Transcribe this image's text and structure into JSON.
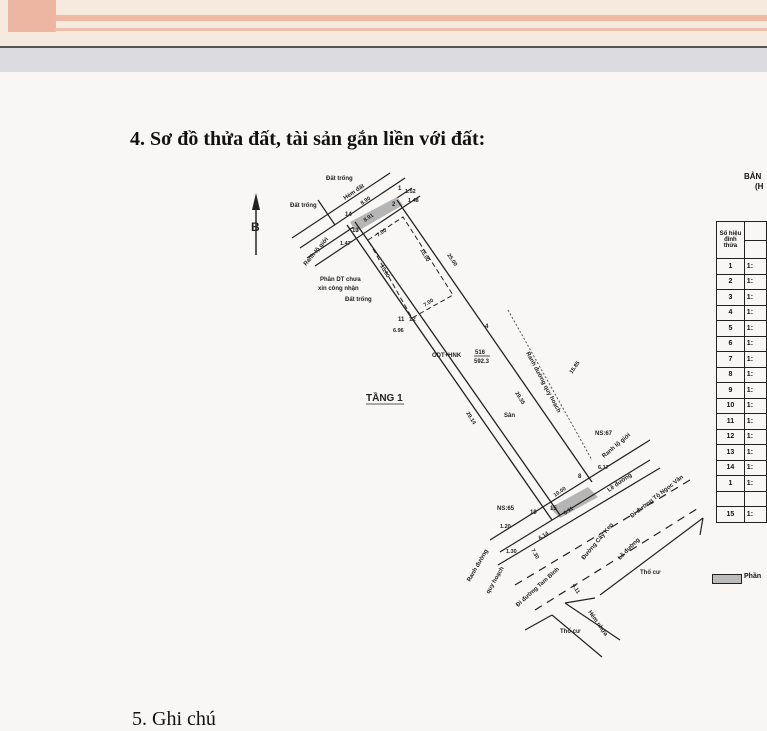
{
  "section_heading": "4. Sơ đồ thửa đất, tài sản gắn liền với đất:",
  "next_section_heading": "5. Ghi chú",
  "diagram": {
    "north_label": "B",
    "floor_label": "TẦNG 1",
    "land_code": "ODT+HNK",
    "parcel_number": "516",
    "parcel_area": "592.3",
    "labels": {
      "dat_trong_1": "Đất trống",
      "dat_trong_2": "Đất trống",
      "dat_trong_3": "Đất trống",
      "hem_dat": "Hẻm đất",
      "ranh_lo_gioi_top": "Ranh lộ giới",
      "phan_dt_chua": "Phần DT chưa",
      "xin_cong_nhan": "xin công nhận",
      "ranh_duong_quy_hoach": "Ranh đường quy hoạch",
      "san": "Sân",
      "ns67": "NS:67",
      "ns65": "NS:65",
      "ranh_lo_gioi_bottom": "Ranh lộ giới",
      "le_duong_1": "Lề đường",
      "le_duong_2": "Lề đường",
      "duong_to_ngoc_van": "Đi đường Tô Ngọc Vân",
      "duong_cay_keo": "Đường Cây Keo",
      "duong_tam_binh": "Đi đường Tam Bình",
      "ranh_duong": "Ranh đường",
      "quy_hoach": "quy hoạch",
      "tho_cu_1": "Thổ cư",
      "tho_cu_2": "Thổ cư",
      "hem_nhua": "Hẻm nhựa"
    },
    "points": [
      "1",
      "2",
      "3",
      "4",
      "8",
      "9",
      "11",
      "12",
      "13",
      "14",
      "15",
      "19"
    ],
    "dimensions": [
      "1.52",
      "1.48",
      "8.90",
      "8.91",
      "1.47",
      "7.00",
      "15.00",
      "15.00",
      "7.00",
      "25.00",
      "6.96",
      "29.14",
      "29.35",
      "15.85",
      "10.00",
      "6.11",
      "6.17",
      "1.20",
      "1.30",
      "6.14",
      "7.30",
      "4.11"
    ]
  },
  "coordinate_table": {
    "title": "BẢN",
    "subtitle": "(H",
    "header": "Số hiệu đỉnh thửa",
    "rows": [
      "1",
      "2",
      "3",
      "4",
      "5",
      "6",
      "7",
      "8",
      "9",
      "10",
      "11",
      "12",
      "13",
      "14",
      "1",
      "",
      "15"
    ],
    "col2_prefix": "1:"
  },
  "legend": {
    "label": "Phần"
  },
  "colors": {
    "banner": "#f6eadf",
    "banner_stripe": "#efb9a3",
    "shaded_area": "#b5b5b5",
    "ink": "#222222"
  }
}
